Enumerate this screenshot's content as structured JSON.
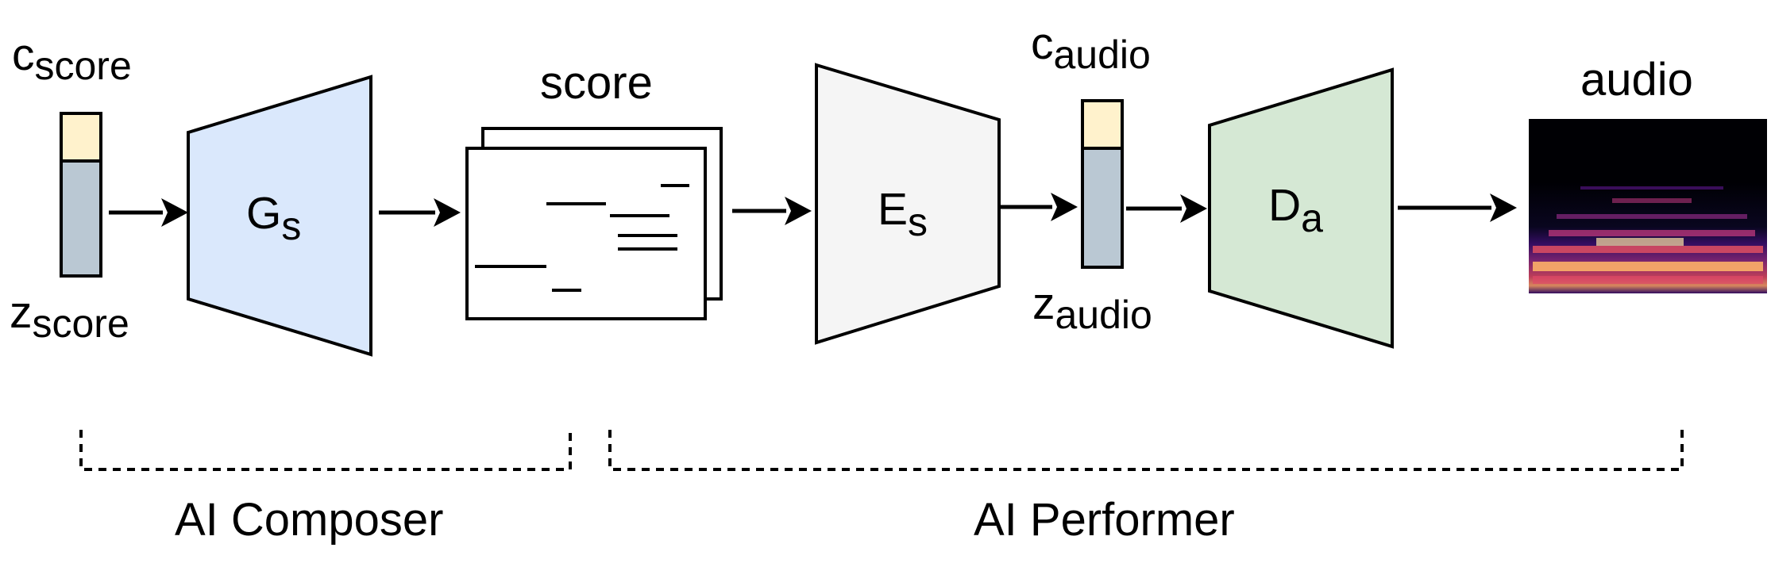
{
  "latent_score": {
    "c_main": "c",
    "c_sub": "score",
    "z_main": "z",
    "z_sub": "score"
  },
  "generator": {
    "main": "G",
    "sub": "s",
    "color": "#dae8fc"
  },
  "score_label": "score",
  "encoder": {
    "main": "E",
    "sub": "s",
    "color": "#f5f5f5"
  },
  "latent_audio": {
    "c_main": "c",
    "c_sub": "audio",
    "z_main": "z",
    "z_sub": "audio"
  },
  "decoder": {
    "main": "D",
    "sub": "a",
    "color": "#d5e8d4"
  },
  "audio_label": "audio",
  "sections": {
    "composer": "AI Composer",
    "performer": "AI Performer"
  },
  "colors": {
    "condition_cell": "#fff2cc",
    "latent_cell": "#bac8d3",
    "spectrogram_bg": "#000004"
  }
}
